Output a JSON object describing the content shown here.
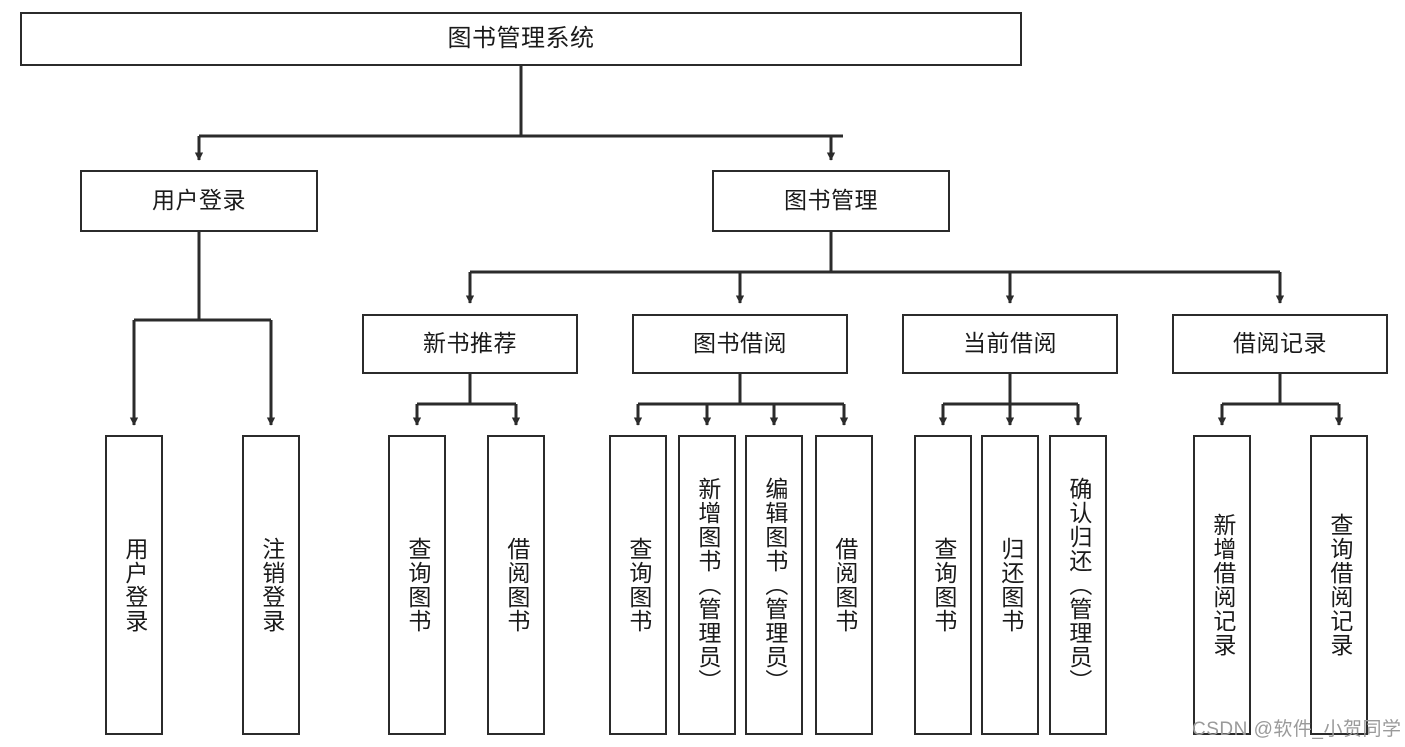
{
  "diagram": {
    "type": "tree-hierarchy",
    "title": "图书管理系统",
    "watermark": "CSDN @软件_小贺同学",
    "colors": {
      "box_border": "#2b2b2b",
      "box_fill": "#ffffff",
      "connector": "#2b2b2b",
      "text": "#1a1a1a",
      "watermark": "#9a9a9a"
    },
    "levels": {
      "root": [
        "图书管理系统"
      ],
      "level2": [
        "用户登录",
        "图书管理"
      ],
      "level3": [
        "新书推荐",
        "图书借阅",
        "当前借阅",
        "借阅记录"
      ],
      "leaves": [
        "用户登录",
        "注销登录",
        "查询图书",
        "借阅图书",
        "查询图书",
        "新增图书（管理员）",
        "编辑图书（管理员）",
        "借阅图书",
        "查询图书",
        "归还图书",
        "确认归还（管理员）",
        "新增借阅记录",
        "查询借阅记录"
      ]
    },
    "nodes": {
      "root": {
        "label": "图书管理系统"
      },
      "user_login": {
        "label": "用户登录"
      },
      "book_manage": {
        "label": "图书管理"
      },
      "new_book_rec": {
        "label": "新书推荐"
      },
      "book_borrow": {
        "label": "图书借阅"
      },
      "current_borrow": {
        "label": "当前借阅"
      },
      "borrow_record": {
        "label": "借阅记录"
      },
      "leaf_user_login": {
        "label": "用户登录"
      },
      "leaf_logout": {
        "label": "注销登录"
      },
      "leaf_query_book_1": {
        "label": "查询图书"
      },
      "leaf_borrow_book_1": {
        "label": "借阅图书"
      },
      "leaf_query_book_2": {
        "label": "查询图书"
      },
      "leaf_add_book_admin": {
        "label": "新增图书（管理员）"
      },
      "leaf_edit_book_admin": {
        "label": "编辑图书（管理员）"
      },
      "leaf_borrow_book_2": {
        "label": "借阅图书"
      },
      "leaf_query_book_3": {
        "label": "查询图书"
      },
      "leaf_return_book": {
        "label": "归还图书"
      },
      "leaf_confirm_return_admin": {
        "label": "确认归还（管理员）"
      },
      "leaf_add_borrow_record": {
        "label": "新增借阅记录"
      },
      "leaf_query_borrow_record": {
        "label": "查询借阅记录"
      }
    },
    "edges": [
      {
        "from": "图书管理系统",
        "to": "用户登录"
      },
      {
        "from": "图书管理系统",
        "to": "图书管理"
      },
      {
        "from": "用户登录",
        "to": "用户登录"
      },
      {
        "from": "用户登录",
        "to": "注销登录"
      },
      {
        "from": "图书管理",
        "to": "新书推荐"
      },
      {
        "from": "图书管理",
        "to": "图书借阅"
      },
      {
        "from": "图书管理",
        "to": "当前借阅"
      },
      {
        "from": "图书管理",
        "to": "借阅记录"
      },
      {
        "from": "新书推荐",
        "to": "查询图书"
      },
      {
        "from": "新书推荐",
        "to": "借阅图书"
      },
      {
        "from": "图书借阅",
        "to": "查询图书"
      },
      {
        "from": "图书借阅",
        "to": "新增图书（管理员）"
      },
      {
        "from": "图书借阅",
        "to": "编辑图书（管理员）"
      },
      {
        "from": "图书借阅",
        "to": "借阅图书"
      },
      {
        "from": "当前借阅",
        "to": "查询图书"
      },
      {
        "from": "当前借阅",
        "to": "归还图书"
      },
      {
        "from": "当前借阅",
        "to": "确认归还（管理员）"
      },
      {
        "from": "借阅记录",
        "to": "新增借阅记录"
      },
      {
        "from": "借阅记录",
        "to": "查询借阅记录"
      }
    ]
  }
}
